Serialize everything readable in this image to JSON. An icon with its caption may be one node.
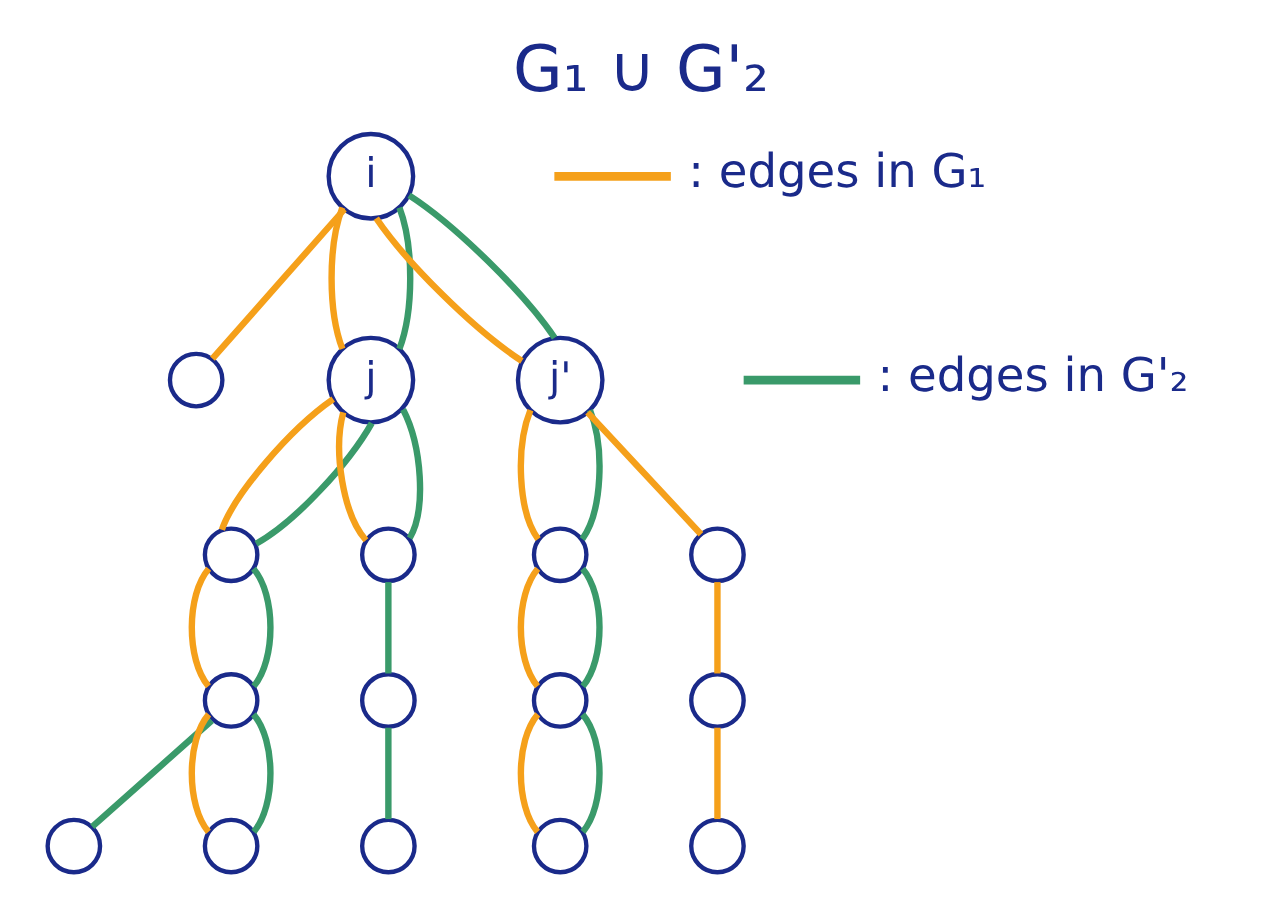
{
  "diagram": {
    "title": "G₁ ∪ G'₂",
    "nodes": [
      {
        "text": [
          "i"
        ]
      },
      {
        "text": [],
        "shape": "circle"
      },
      {
        "text": [
          "j"
        ]
      },
      {
        "text": [
          "j'"
        ]
      },
      {
        "text": [],
        "shape": "circle"
      },
      {
        "text": [],
        "shape": "circle"
      },
      {
        "text": [],
        "shape": "circle"
      },
      {
        "text": [],
        "shape": "circle"
      },
      {
        "text": [],
        "shape": "circle"
      },
      {
        "text": [],
        "shape": "circle"
      },
      {
        "text": [],
        "shape": "circle"
      },
      {
        "text": [],
        "shape": "circle"
      },
      {
        "text": [],
        "shape": "circle"
      },
      {
        "text": [],
        "shape": "circle"
      },
      {
        "text": [],
        "shape": "circle"
      },
      {
        "text": [],
        "shape": "circle"
      },
      {
        "text": [],
        "shape": "circle"
      }
    ],
    "edges": [
      {
        "from": 0,
        "to": 1,
        "arrow": "none",
        "color": "#f5a01a"
      },
      {
        "from": 0,
        "to": 2,
        "arrow": "none",
        "color": "#f5a01a"
      },
      {
        "from": 0,
        "to": 2,
        "arrow": "none",
        "color": "#3a9a6a"
      },
      {
        "from": 0,
        "to": 3,
        "arrow": "none",
        "color": "#f5a01a"
      },
      {
        "from": 0,
        "to": 3,
        "arrow": "none",
        "color": "#3a9a6a"
      },
      {
        "from": 2,
        "to": 4,
        "arrow": "none",
        "color": "#f5a01a"
      },
      {
        "from": 2,
        "to": 4,
        "arrow": "none",
        "color": "#3a9a6a"
      },
      {
        "from": 2,
        "to": 5,
        "arrow": "none",
        "color": "#f5a01a"
      },
      {
        "from": 2,
        "to": 5,
        "arrow": "none",
        "color": "#3a9a6a"
      },
      {
        "from": 4,
        "to": 6,
        "arrow": "none",
        "color": "#f5a01a"
      },
      {
        "from": 4,
        "to": 6,
        "arrow": "none",
        "color": "#3a9a6a"
      },
      {
        "from": 5,
        "to": 7,
        "arrow": "none",
        "color": "#3a9a6a"
      },
      {
        "from": 6,
        "to": 8,
        "arrow": "none",
        "color": "#3a9a6a"
      },
      {
        "from": 6,
        "to": 9,
        "arrow": "none",
        "color": "#f5a01a"
      },
      {
        "from": 6,
        "to": 9,
        "arrow": "none",
        "color": "#3a9a6a"
      },
      {
        "from": 7,
        "to": 10,
        "arrow": "none",
        "color": "#3a9a6a"
      },
      {
        "from": 3,
        "to": 11,
        "arrow": "none",
        "color": "#f5a01a"
      },
      {
        "from": 3,
        "to": 11,
        "arrow": "none",
        "color": "#3a9a6a"
      },
      {
        "from": 3,
        "to": 12,
        "arrow": "none",
        "color": "#f5a01a"
      },
      {
        "from": 11,
        "to": 13,
        "arrow": "none",
        "color": "#f5a01a"
      },
      {
        "from": 11,
        "to": 13,
        "arrow": "none",
        "color": "#3a9a6a"
      },
      {
        "from": 13,
        "to": 14,
        "arrow": "none",
        "color": "#f5a01a"
      },
      {
        "from": 13,
        "to": 14,
        "arrow": "none",
        "color": "#3a9a6a"
      },
      {
        "from": 12,
        "to": 15,
        "arrow": "none",
        "color": "#f5a01a"
      },
      {
        "from": 15,
        "to": 16,
        "arrow": "none",
        "color": "#f5a01a"
      }
    ],
    "legend": [
      {
        "text": ": edges in G₁",
        "color": "#f5a01a"
      },
      {
        "text": ": edges in G'₂",
        "color": "#3a9a6a"
      }
    ]
  }
}
